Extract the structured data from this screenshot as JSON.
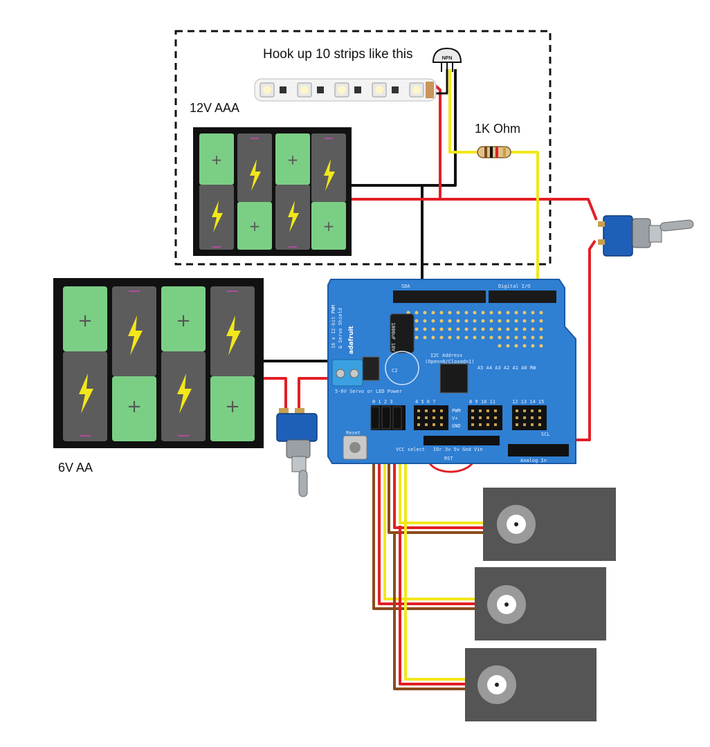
{
  "labels": {
    "strips_note": "Hook up 10 strips like this",
    "battery_12v": "12V AAA",
    "resistor": "1K Ohm",
    "battery_6v": "6V AA",
    "transistor": "NPN"
  },
  "board": {
    "brand": "adafruit",
    "title_line1": "16 x 12-bit PWM",
    "title_line2": "& Servo Shield",
    "i2c_address": "I2C Address",
    "i2c_note": "(Open=0/Closed=1)",
    "addr_pins": "A5 A4 A3 A2 A1 A0 RW",
    "reset": "Reset",
    "digital": "Digital I/O",
    "pwm": "PWM",
    "vplus": "V+",
    "gnd": "GND",
    "ch_group1": "0 1 2 3",
    "ch_group2": "4 5 6 7",
    "ch_group3": "8 9 10 11",
    "ch_group4": "12 13 14 15",
    "power_pins": "IOr  3v  5v  Gnd  Vin",
    "rst": "RST",
    "vcc_select": "VCC select",
    "analog_in": "Analog In",
    "servo_power": "5-6V Servo or LED Power",
    "cap": "1000uF 10V",
    "c2": "C2",
    "sda": "SDA",
    "scl": "SCL"
  },
  "colors": {
    "wire_red": "#e21f26",
    "wire_black": "#111111",
    "wire_yellow": "#f2e71a",
    "wire_brown": "#8a4b1e",
    "pcb_blue": "#2f7fd3",
    "battery_green": "#7bcf85",
    "battery_gray": "#5c5c5c",
    "servo_body": "#555555"
  }
}
